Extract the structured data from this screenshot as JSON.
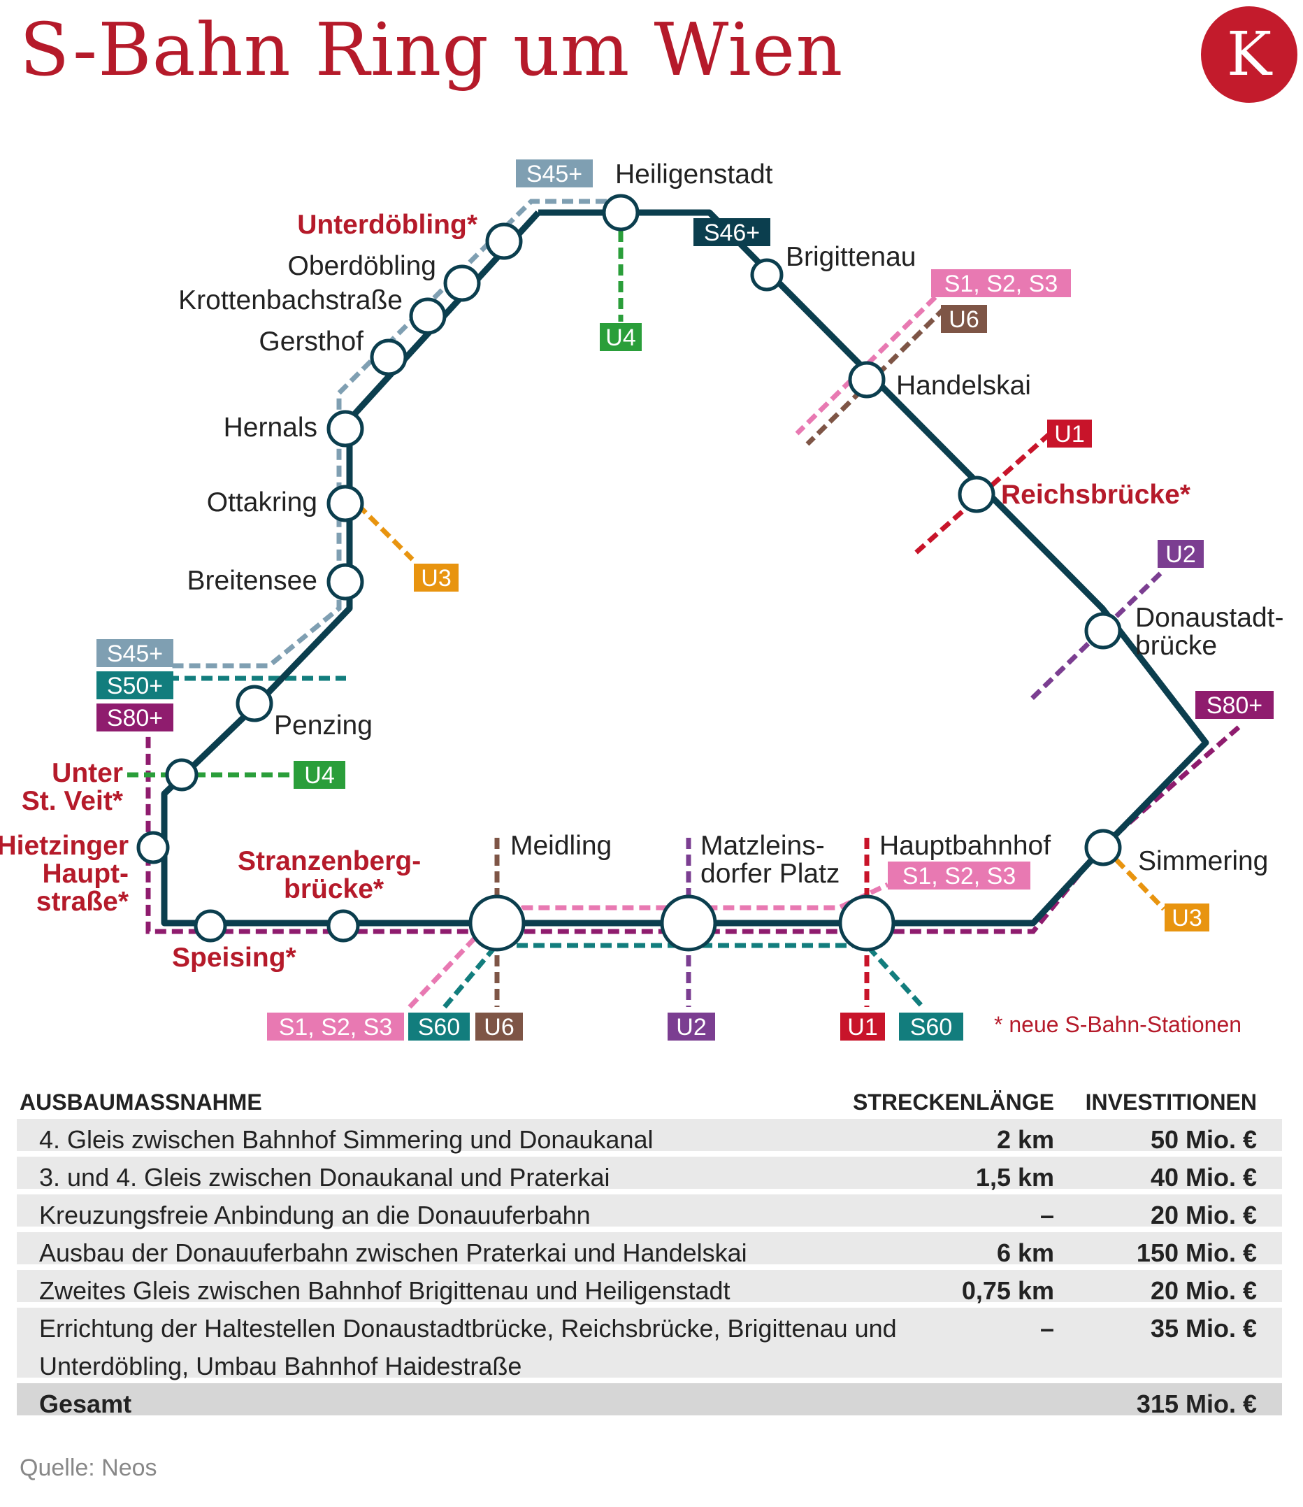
{
  "title": "S-Bahn Ring um Wien",
  "logo": "K",
  "colors": {
    "ring": "#0b3e4e",
    "title": "#b51a2a",
    "s45": "#7f9fb2",
    "s46": "#0b3e4e",
    "s50": "#127d7d",
    "s60": "#127d7d",
    "s80": "#8f1c6e",
    "s123": "#e879b2",
    "u1": "#c8142a",
    "u2": "#7b3e91",
    "u3": "#e8940f",
    "u4": "#2a9e3a",
    "u6": "#7e5546"
  },
  "stations": {
    "heiligenstadt": "Heiligenstadt",
    "unterdoebling": "Unterdöbling*",
    "oberdoebling": "Oberdöbling",
    "krottenbach": "Krottenbachstraße",
    "gersthof": "Gersthof",
    "hernals": "Hernals",
    "ottakring": "Ottakring",
    "breitensee": "Breitensee",
    "penzing": "Penzing",
    "unter_st_veit": [
      "Unter",
      "St. Veit*"
    ],
    "hietzinger": [
      "Hietzinger",
      "Haupt-",
      "straße*"
    ],
    "speising": "Speising*",
    "stranzenberg": [
      "Stranzenberg-",
      "brücke*"
    ],
    "meidling": "Meidling",
    "matzleinsdorf": [
      "Matzleins-",
      "dorfer Platz"
    ],
    "hauptbahnhof": "Hauptbahnhof",
    "simmering": "Simmering",
    "donaustadt": [
      "Donaustadt-",
      "brücke"
    ],
    "reichsbruecke": "Reichsbrücke*",
    "handelskai": "Handelskai",
    "brigittenau": "Brigittenau"
  },
  "lines": {
    "s45": "S45+",
    "s46": "S46+",
    "s50": "S50+",
    "s60": "S60",
    "s80": "S80+",
    "s123": "S1, S2, S3",
    "u1": "U1",
    "u2": "U2",
    "u3": "U3",
    "u4": "U4",
    "u6": "U6"
  },
  "legend_note": "* neue S-Bahn-Stationen",
  "table": {
    "headers": [
      "AUSBAUMASSNAHME",
      "STRECKENLÄNGE",
      "INVESTITIONEN"
    ],
    "rows": [
      {
        "measure": "4. Gleis zwischen Bahnhof Simmering und Donaukanal",
        "length": "2 km",
        "investment": "50 Mio. €"
      },
      {
        "measure": "3. und 4. Gleis zwischen Donaukanal und Praterkai",
        "length": "1,5 km",
        "investment": "40 Mio. €"
      },
      {
        "measure": "Kreuzungsfreie Anbindung an die Donauuferbahn",
        "length": "–",
        "investment": "20 Mio. €"
      },
      {
        "measure": "Ausbau der Donauuferbahn zwischen Praterkai und Handelskai",
        "length": "6 km",
        "investment": "150 Mio. €"
      },
      {
        "measure": "Zweites Gleis zwischen  Bahnhof Brigittenau und Heiligenstadt",
        "length": "0,75 km",
        "investment": "20 Mio. €"
      },
      {
        "measure": "Errichtung der Haltestellen Donaustadtbrücke, Reichsbrücke, Brigittenau und Unterdöbling, Umbau Bahnhof Haidestraße",
        "length": "–",
        "investment": "35 Mio. €"
      }
    ],
    "total": {
      "label": "Gesamt",
      "investment": "315 Mio. €"
    }
  },
  "source": "Quelle: Neos"
}
